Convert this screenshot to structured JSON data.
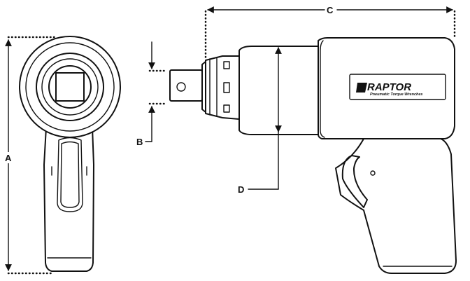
{
  "labels": {
    "a": "A",
    "b": "B",
    "c": "C",
    "d": "D"
  },
  "logo": {
    "brand": "RAPTOR",
    "subtitle": "Pneumatic Torque Wrenches"
  },
  "colors": {
    "ink": "#111111",
    "background": "#ffffff"
  }
}
